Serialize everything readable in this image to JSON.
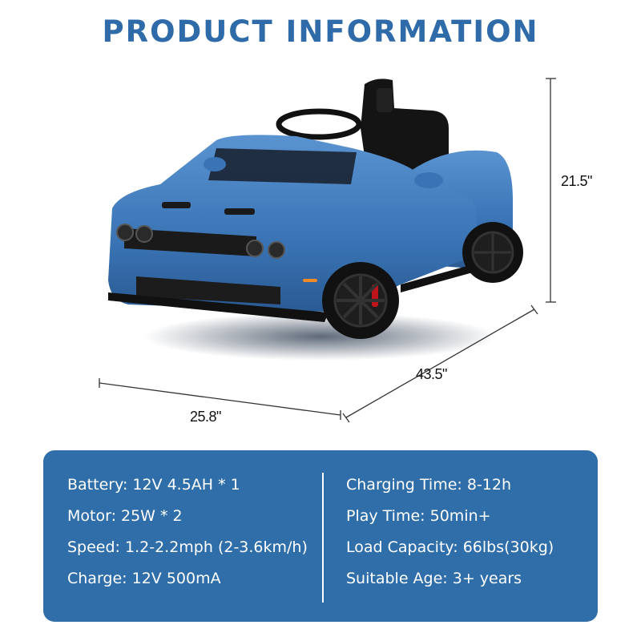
{
  "header": {
    "title": "PRODUCT INFORMATION"
  },
  "product": {
    "name": "Kids ride-on car (blue muscle car style)",
    "color": "#3a74b5",
    "brake_caliper_color": "#c0141c"
  },
  "dimensions": {
    "height": "21.5\"",
    "width": "25.8\"",
    "length": "43.5\""
  },
  "specs": {
    "left": [
      {
        "label": "Battery",
        "value": "12V 4.5AH * 1",
        "text": "Battery: 12V 4.5AH * 1"
      },
      {
        "label": "Motor",
        "value": "25W * 2",
        "text": "Motor: 25W * 2"
      },
      {
        "label": "Speed",
        "value": "1.2-2.2mph (2-3.6km/h)",
        "text": "Speed: 1.2-2.2mph (2-3.6km/h)"
      },
      {
        "label": "Charge",
        "value": "12V 500mA",
        "text": "Charge: 12V 500mA"
      }
    ],
    "right": [
      {
        "label": "Charging Time",
        "value": "8-12h",
        "text": "Charging Time: 8-12h"
      },
      {
        "label": "Play Time",
        "value": "50min+",
        "text": "Play Time: 50min+"
      },
      {
        "label": "Load Capacity",
        "value": "66lbs(30kg)",
        "text": "Load Capacity: 66lbs(30kg)"
      },
      {
        "label": "Suitable Age",
        "value": "3+ years",
        "text": "Suitable Age: 3+ years"
      }
    ]
  },
  "colors": {
    "title": "#2e6ba8",
    "panel_bg": "#2f6ea8",
    "panel_text": "#ffffff"
  }
}
